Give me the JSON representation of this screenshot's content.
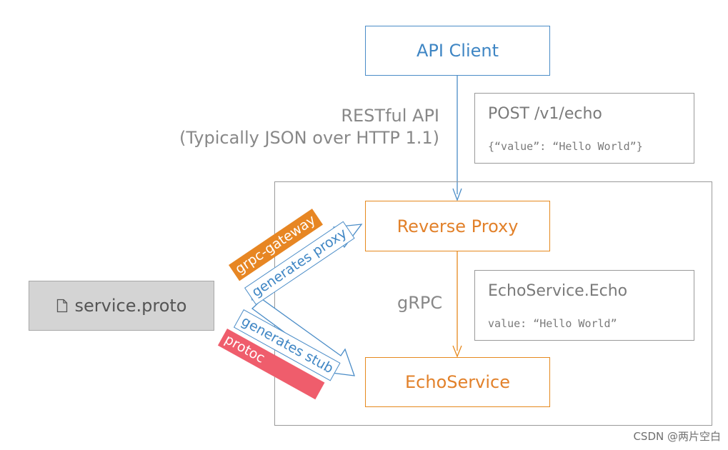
{
  "nodes": {
    "api_client": "API Client",
    "reverse_proxy": "Reverse Proxy",
    "echo_service": "EchoService",
    "service_proto": "service.proto"
  },
  "labels": {
    "restful_line1": "RESTful API",
    "restful_line2": "(Typically JSON over HTTP 1.1)",
    "grpc": "gRPC"
  },
  "request_box": {
    "title": "POST /v1/echo",
    "body": "{“value”: “Hello World”}"
  },
  "rpc_box": {
    "title": "EchoService.Echo",
    "body": "value: “Hello World”"
  },
  "arrows": {
    "gateway_tag": "grpc-gateway",
    "gateway_action": "generates proxy",
    "protoc_action": "generates stub",
    "protoc_tag": "protoc"
  },
  "watermark": "CSDN @两片空白",
  "icons": {
    "service_proto": "file-icon"
  },
  "colors": {
    "blue": "#3f86c4",
    "orange": "#e2812a",
    "gateway": "#e78623",
    "protoc": "#ef5d6c",
    "proto_fill": "#d4d4d4"
  }
}
